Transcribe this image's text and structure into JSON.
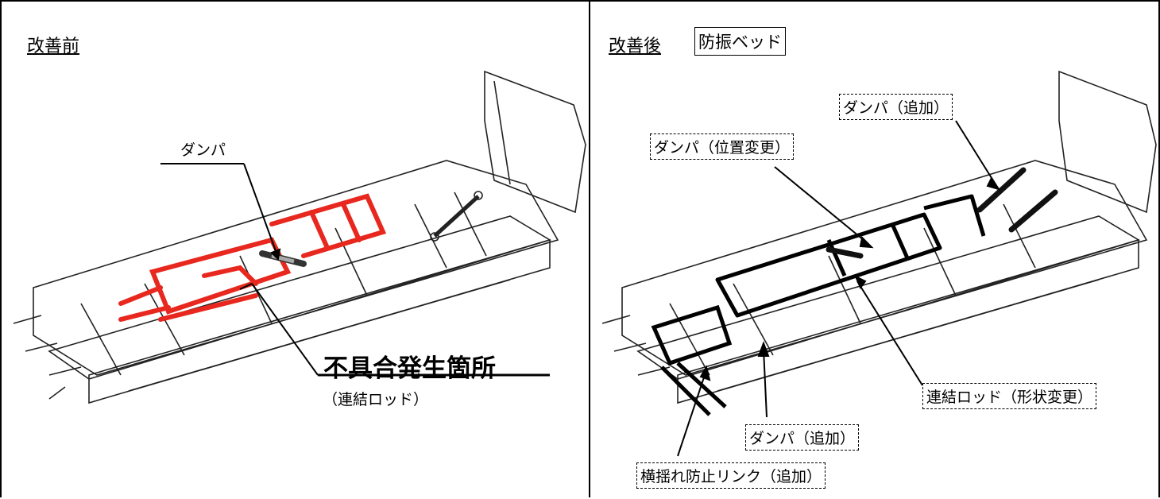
{
  "left": {
    "heading": "改善前",
    "damper_label": "ダンパ",
    "defect_label": "不具合発生箇所",
    "defect_sub": "（連結ロッド）"
  },
  "right": {
    "heading": "改善後",
    "product_label": "防振ベッド",
    "damper_added_top": "ダンパ（追加）",
    "damper_relocated": "ダンパ（位置変更）",
    "link_rod_changed": "連結ロッド（形状変更）",
    "damper_added_bottom": "ダンパ（追加）",
    "sway_link_added": "横揺れ防止リンク（追加）"
  },
  "colors": {
    "highlight": "#e8281e",
    "line": "#000000"
  }
}
